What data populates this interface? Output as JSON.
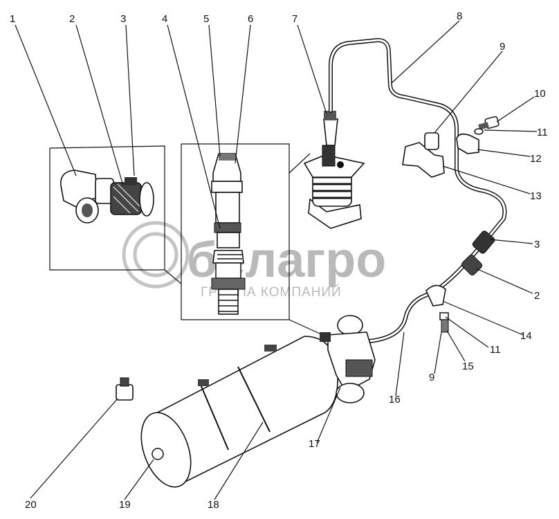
{
  "callouts": [
    {
      "id": "1",
      "text": "1"
    },
    {
      "id": "2",
      "text": "2"
    },
    {
      "id": "3",
      "text": "3"
    },
    {
      "id": "4",
      "text": "4"
    },
    {
      "id": "5",
      "text": "5"
    },
    {
      "id": "6",
      "text": "6"
    },
    {
      "id": "7",
      "text": "7"
    },
    {
      "id": "8",
      "text": "8"
    },
    {
      "id": "9a",
      "text": "9"
    },
    {
      "id": "10",
      "text": "10"
    },
    {
      "id": "11a",
      "text": "11"
    },
    {
      "id": "12",
      "text": "12"
    },
    {
      "id": "13",
      "text": "13"
    },
    {
      "id": "3b",
      "text": "3"
    },
    {
      "id": "2b",
      "text": "2"
    },
    {
      "id": "14",
      "text": "14"
    },
    {
      "id": "11b",
      "text": "11"
    },
    {
      "id": "15",
      "text": "15"
    },
    {
      "id": "9b",
      "text": "9"
    },
    {
      "id": "16",
      "text": "16"
    },
    {
      "id": "17",
      "text": "17"
    },
    {
      "id": "20",
      "text": "20"
    },
    {
      "id": "19",
      "text": "19"
    },
    {
      "id": "18",
      "text": "18"
    }
  ],
  "watermark": {
    "brand": "белагро",
    "subtitle": "ГРУППА КОМПАНИЙ"
  },
  "colors": {
    "line": "#111111",
    "watermark": "#b9b9b9",
    "background": "#ffffff"
  }
}
